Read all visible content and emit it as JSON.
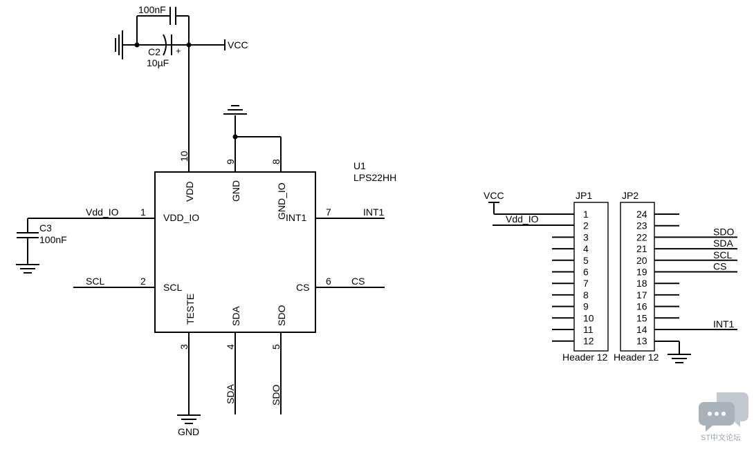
{
  "chip": {
    "designator": "U1",
    "part": "LPS22HH",
    "pins": [
      {
        "num": "1",
        "name": "VDD_IO",
        "net": "Vdd_IO"
      },
      {
        "num": "2",
        "name": "SCL",
        "net": "SCL"
      },
      {
        "num": "3",
        "name": "TESTE",
        "net": "GND"
      },
      {
        "num": "4",
        "name": "SDA",
        "net": "SDA"
      },
      {
        "num": "5",
        "name": "SDO",
        "net": "SDO"
      },
      {
        "num": "6",
        "name": "CS",
        "net": "CS"
      },
      {
        "num": "7",
        "name": "INT1",
        "net": "INT1"
      },
      {
        "num": "8",
        "name": "GND_IO",
        "net": ""
      },
      {
        "num": "9",
        "name": "GND",
        "net": ""
      },
      {
        "num": "10",
        "name": "VDD",
        "net": ""
      }
    ]
  },
  "caps": {
    "c1_value": "100nF",
    "c2_designator": "C2",
    "c2_value": "10µF",
    "c2_polarity": "+",
    "c3_designator": "C3",
    "c3_value": "100nF"
  },
  "nets": {
    "vcc": "VCC",
    "gnd": "GND",
    "sda": "SDA",
    "sdo": "SDO"
  },
  "jp1": {
    "designator": "JP1",
    "label": "Header 12",
    "vcc_label": "VCC",
    "vddio_label": "Vdd_IO",
    "pins": [
      "1",
      "2",
      "3",
      "4",
      "5",
      "6",
      "7",
      "8",
      "9",
      "10",
      "11",
      "12"
    ]
  },
  "jp2": {
    "designator": "JP2",
    "label": "Header 12",
    "pins": [
      "24",
      "23",
      "22",
      "21",
      "20",
      "19",
      "18",
      "17",
      "16",
      "15",
      "14",
      "13"
    ],
    "nets": [
      "",
      "",
      "SDO",
      "SDA",
      "SCL",
      "CS",
      "",
      "",
      "",
      "",
      "INT1",
      ""
    ]
  },
  "watermark": {
    "text": "ST中文论坛"
  }
}
